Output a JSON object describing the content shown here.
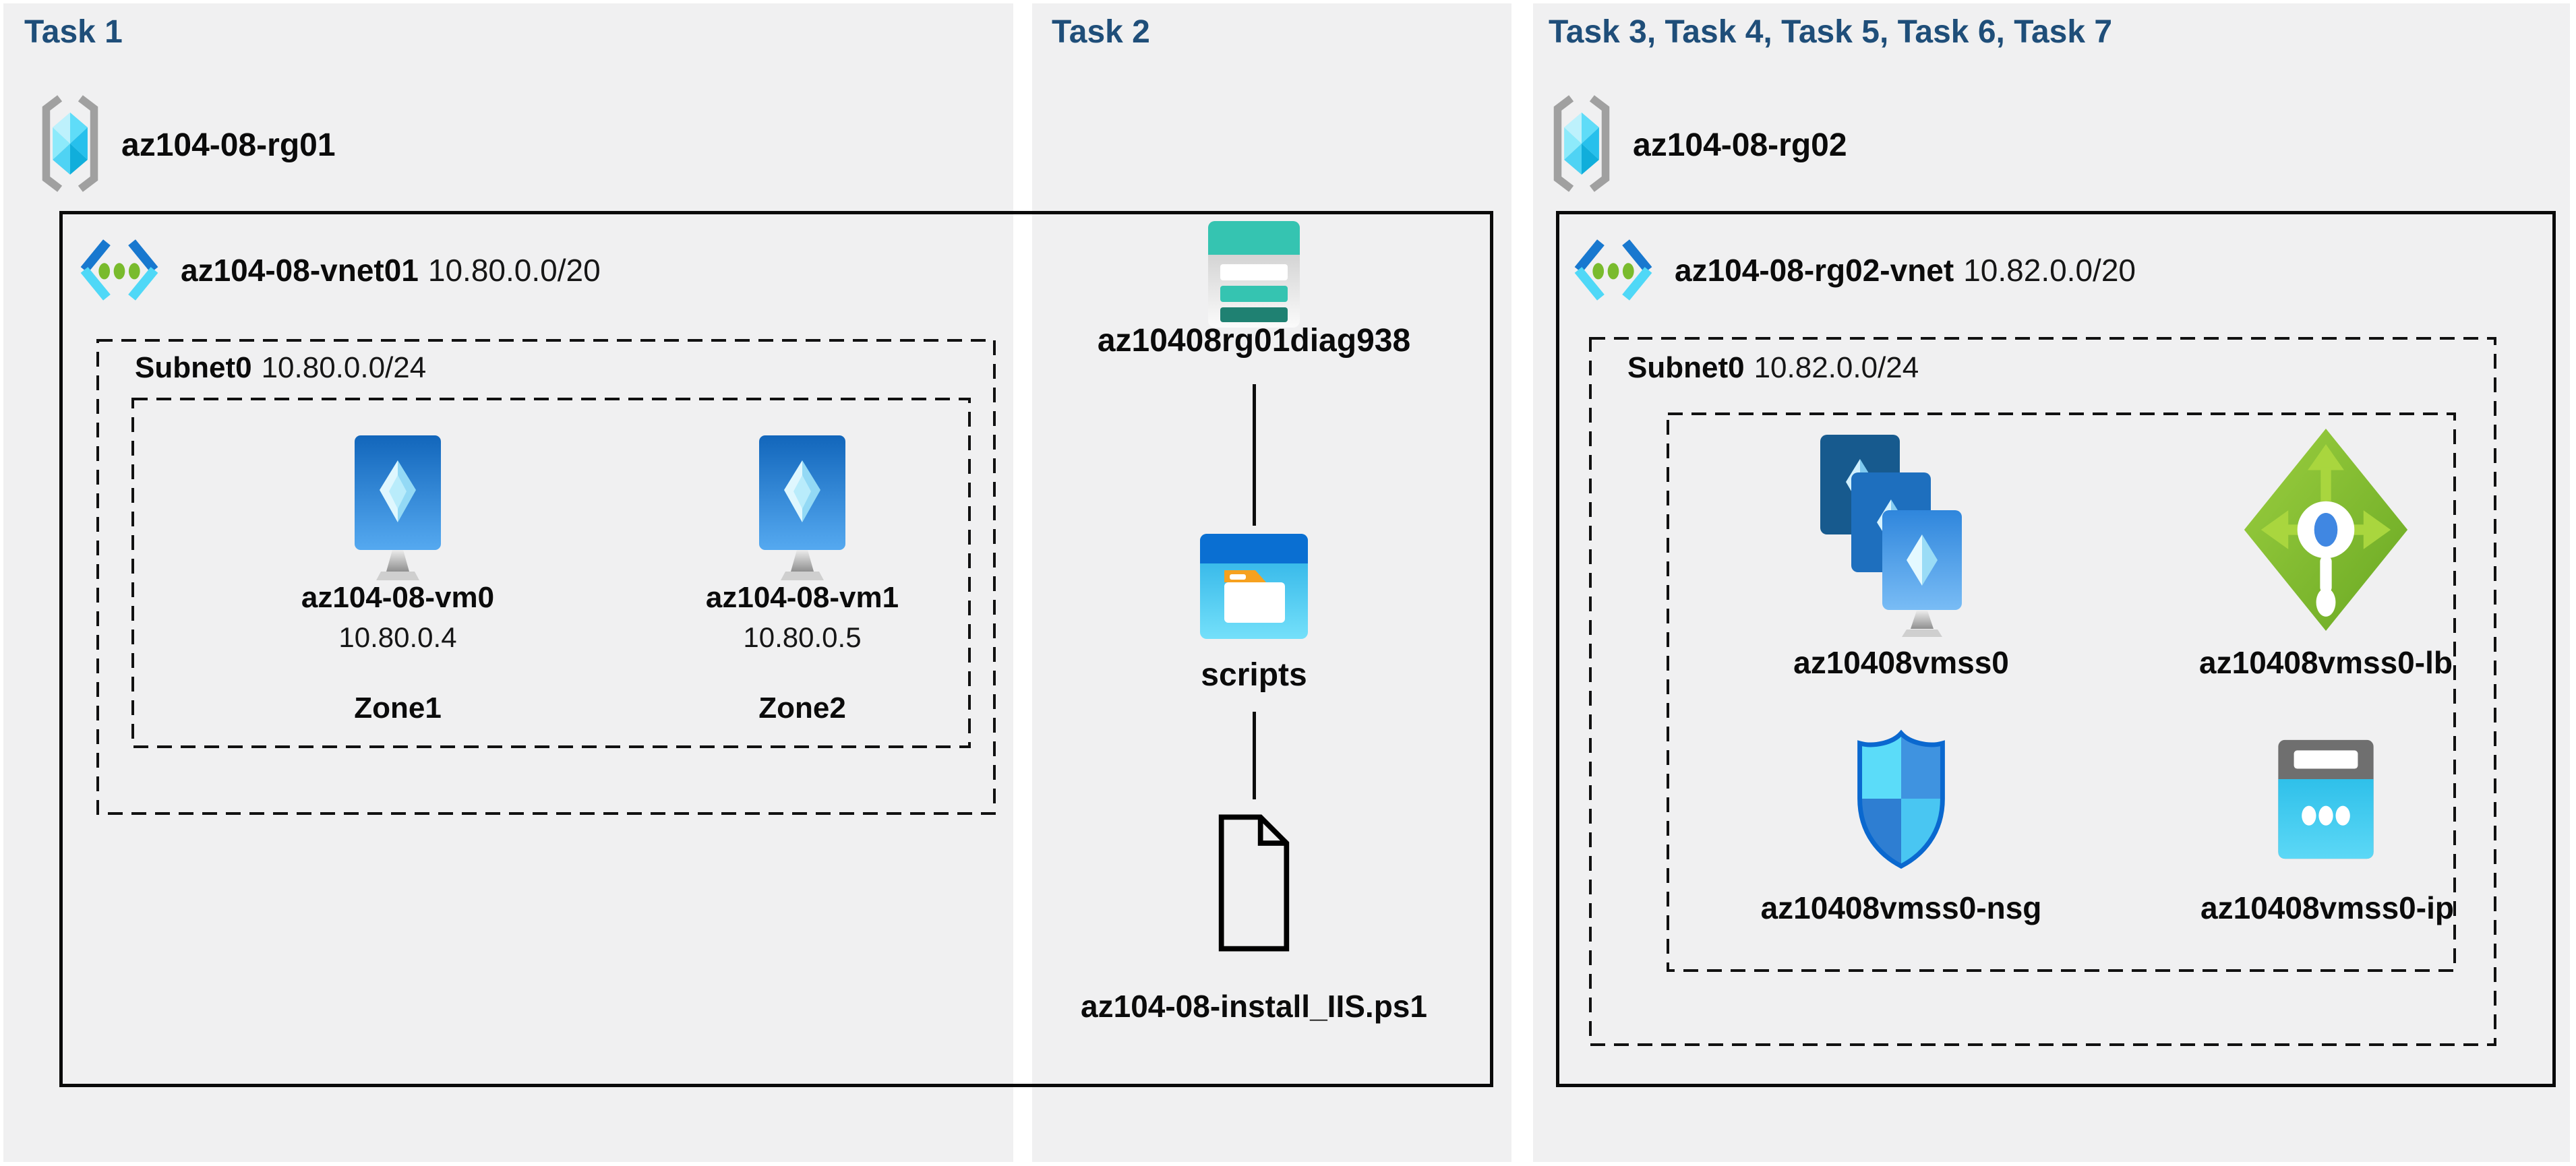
{
  "colors": {
    "panel_bg": "#f0f0f1",
    "title_blue": "#1f4e79",
    "outline_black": "#0a0a0a",
    "storage_teal": "#35c4b1",
    "azure_blue": "#0a6fd2",
    "vnet_green_dot": "#79bb2d",
    "lb_green": "#76b52c",
    "ip_cyan": "#45cdf0"
  },
  "panel1": {
    "title": "Task 1",
    "resource_group": "az104-08-rg01",
    "vnet_name": "az104-08-vnet01",
    "vnet_cidr": "10.80.0.0/20",
    "subnet_name": "Subnet0",
    "subnet_cidr": "10.80.0.0/24",
    "vms": [
      {
        "name": "az104-08-vm0",
        "ip": "10.80.0.4",
        "zone": "Zone1"
      },
      {
        "name": "az104-08-vm1",
        "ip": "10.80.0.5",
        "zone": "Zone2"
      }
    ]
  },
  "panel2": {
    "title": "Task 2",
    "storage_account": "az10408rg01diag938",
    "container": "scripts",
    "script_file": "az104-08-install_IIS.ps1"
  },
  "panel3": {
    "title": "Task 3, Task 4, Task 5, Task 6, Task 7",
    "resource_group": "az104-08-rg02",
    "vnet_name": "az104-08-rg02-vnet",
    "vnet_cidr": "10.82.0.0/20",
    "subnet_name": "Subnet0",
    "subnet_cidr": "10.82.0.0/24",
    "resources": [
      {
        "name": "az10408vmss0",
        "type": "vm-scale-set"
      },
      {
        "name": "az10408vmss0-lb",
        "type": "load-balancer"
      },
      {
        "name": "az10408vmss0-nsg",
        "type": "network-security-group"
      },
      {
        "name": "az10408vmss0-ip",
        "type": "public-ip"
      }
    ]
  }
}
